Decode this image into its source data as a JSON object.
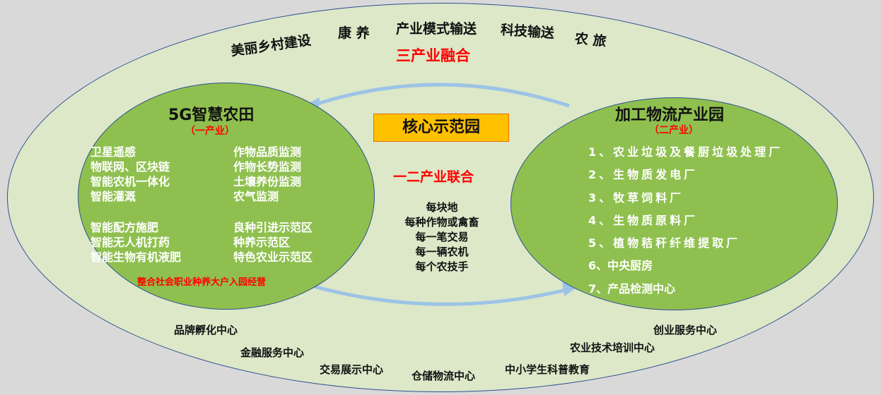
{
  "top_items": [
    "美丽乡村建设",
    "康 养",
    "产业模式输送",
    "科技输送",
    "农 旅"
  ],
  "top_title": "三产业融合",
  "left": {
    "title": "5G智慧农田",
    "subtitle": "（一产业）",
    "col1a": [
      "卫星遥感",
      "物联网、区块链",
      "智能农机一体化",
      "智能灌溉"
    ],
    "col1b": [
      "智能配方施肥",
      "智能无人机打药",
      "智能生物有机液肥"
    ],
    "col2a": [
      "作物品质监测",
      "作物长势监测",
      "土壤养份监测",
      "农气监测"
    ],
    "col2b": [
      "良种引进示范区",
      "种养示范区",
      "特色农业示范区"
    ],
    "footer": "整合社会职业种养大户入园经营"
  },
  "center": {
    "core": "核心示范园",
    "title": "一二产业联合",
    "items": [
      "每块地",
      "每种作物或禽畜",
      "每一笔交易",
      "每一辆农机",
      "每个农技手"
    ]
  },
  "right": {
    "title": "加工物流产业园",
    "subtitle": "（二产业）",
    "items": [
      "1、农业垃圾及餐厨垃圾处理厂",
      "2、生物质发电厂",
      "3、牧草饲料厂",
      "4、生物质原料厂",
      "5、植物秸秆纤维提取厂",
      "6、中央厨房",
      "7、产品检测中心"
    ]
  },
  "services": [
    "品牌孵化中心",
    "金融服务中心",
    "交易展示中心",
    "仓储物流中心",
    "中小学生科普教育",
    "农业技术培训中心",
    "创业服务中心"
  ]
}
